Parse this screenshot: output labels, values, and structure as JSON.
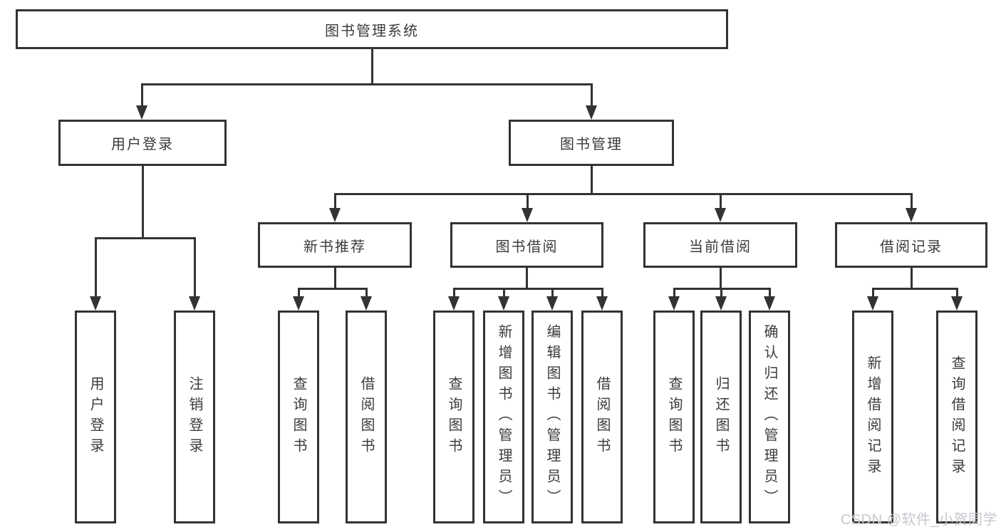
{
  "root": "图书管理系统",
  "level2": {
    "user_login": "用户登录",
    "book_mgmt": "图书管理"
  },
  "level3": {
    "new_books": "新书推荐",
    "book_borrow": "图书借阅",
    "current_borrow": "当前借阅",
    "borrow_records": "借阅记录"
  },
  "leaves": {
    "user_login": [
      "用户登录",
      "注销登录"
    ],
    "new_books": [
      "查询图书",
      "借阅图书"
    ],
    "book_borrow": [
      "查询图书",
      "新增图书（管理员）",
      "编辑图书（管理员）",
      "借阅图书"
    ],
    "current_borrow": [
      "查询图书",
      "归还图书",
      "确认归还（管理员）"
    ],
    "borrow_records": [
      "新增借阅记录",
      "查询借阅记录"
    ]
  },
  "watermark": "CSDN @软件_小贺同学",
  "colors": {
    "line": "#333333",
    "text": "#3b3b3b",
    "watermark": "#c6c8ce",
    "background": "#ffffff"
  }
}
